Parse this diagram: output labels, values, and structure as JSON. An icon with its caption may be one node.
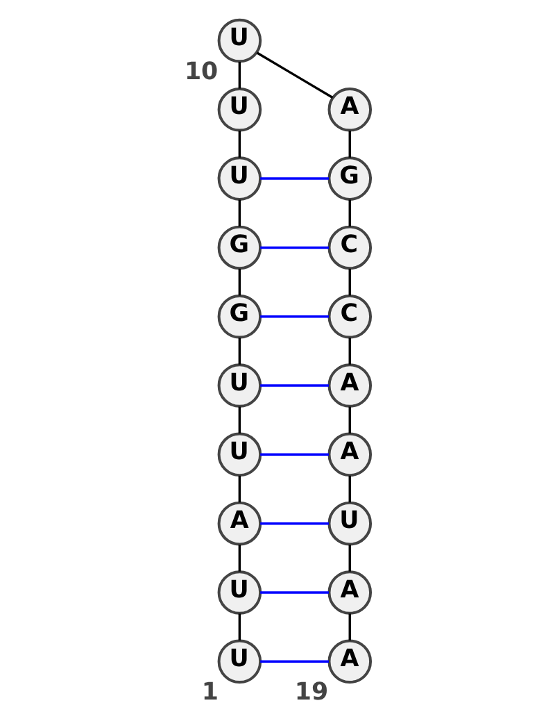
{
  "diagram": {
    "nodes": [
      {
        "text": [
          "U"
        ],
        "beside": [
          "1"
        ]
      },
      {
        "text": [
          "U"
        ]
      },
      {
        "text": [
          "A"
        ]
      },
      {
        "text": [
          "U"
        ]
      },
      {
        "text": [
          "U"
        ]
      },
      {
        "text": [
          "G"
        ]
      },
      {
        "text": [
          "G"
        ]
      },
      {
        "text": [
          "U"
        ]
      },
      {
        "text": [
          "U"
        ]
      },
      {
        "text": [
          "U"
        ],
        "beside": [
          "10"
        ]
      },
      {
        "text": [
          "A"
        ]
      },
      {
        "text": [
          "G"
        ]
      },
      {
        "text": [
          "C"
        ]
      },
      {
        "text": [
          "C"
        ]
      },
      {
        "text": [
          "A"
        ]
      },
      {
        "text": [
          "A"
        ]
      },
      {
        "text": [
          "U"
        ]
      },
      {
        "text": [
          "A"
        ]
      },
      {
        "text": [
          "A"
        ],
        "beside": [
          "19"
        ]
      }
    ],
    "edges": [
      {
        "from": 0,
        "to": 1,
        "arrow": "none"
      },
      {
        "from": 1,
        "to": 2,
        "arrow": "none"
      },
      {
        "from": 2,
        "to": 3,
        "arrow": "none"
      },
      {
        "from": 3,
        "to": 4,
        "arrow": "none"
      },
      {
        "from": 4,
        "to": 5,
        "arrow": "none"
      },
      {
        "from": 5,
        "to": 6,
        "arrow": "none"
      },
      {
        "from": 6,
        "to": 7,
        "arrow": "none"
      },
      {
        "from": 7,
        "to": 8,
        "arrow": "none"
      },
      {
        "from": 8,
        "to": 9,
        "arrow": "none"
      },
      {
        "from": 9,
        "to": 10,
        "arrow": "none"
      },
      {
        "from": 10,
        "to": 11,
        "arrow": "none"
      },
      {
        "from": 11,
        "to": 12,
        "arrow": "none"
      },
      {
        "from": 12,
        "to": 13,
        "arrow": "none"
      },
      {
        "from": 13,
        "to": 14,
        "arrow": "none"
      },
      {
        "from": 14,
        "to": 15,
        "arrow": "none"
      },
      {
        "from": 15,
        "to": 16,
        "arrow": "none"
      },
      {
        "from": 16,
        "to": 17,
        "arrow": "none"
      },
      {
        "from": 17,
        "to": 18,
        "arrow": "none"
      },
      {
        "from": 0,
        "to": 18,
        "arrow": "none",
        "color": "#0000ff"
      },
      {
        "from": 1,
        "to": 17,
        "arrow": "none",
        "color": "#0000ff"
      },
      {
        "from": 2,
        "to": 16,
        "arrow": "none",
        "color": "#0000ff"
      },
      {
        "from": 3,
        "to": 15,
        "arrow": "none",
        "color": "#0000ff"
      },
      {
        "from": 4,
        "to": 14,
        "arrow": "none",
        "color": "#0000ff"
      },
      {
        "from": 5,
        "to": 13,
        "arrow": "none",
        "color": "#0000ff"
      },
      {
        "from": 6,
        "to": 12,
        "arrow": "none",
        "color": "#0000ff"
      },
      {
        "from": 7,
        "to": 11,
        "arrow": "none",
        "color": "#0000ff"
      }
    ]
  }
}
